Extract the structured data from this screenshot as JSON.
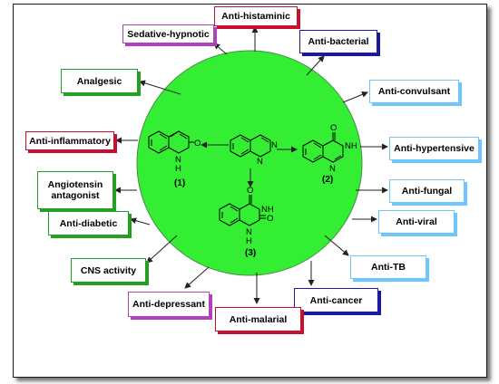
{
  "compounds": [
    {
      "label": "(1)",
      "atoms": [
        "O",
        "N",
        "H"
      ]
    },
    {
      "label": "(2)",
      "atoms": [
        "O",
        "NH",
        "N"
      ]
    },
    {
      "label": "(3)",
      "atoms": [
        "O",
        "NH",
        "O",
        "N",
        "H"
      ]
    }
  ],
  "core": {
    "atoms": [
      "N",
      "N"
    ]
  },
  "activities": [
    {
      "id": "histaminic",
      "label": "Anti-histaminic",
      "color": "#c8102e"
    },
    {
      "id": "sedative",
      "label": "Sedative-hypnotic",
      "color": "#b040c0"
    },
    {
      "id": "bacterial",
      "label": "Anti-bacterial",
      "color": "#1a1aa0"
    },
    {
      "id": "analgesic",
      "label": "Analgesic",
      "color": "#23a023"
    },
    {
      "id": "convulsant",
      "label": "Anti-convulsant",
      "color": "#6ec6ff"
    },
    {
      "id": "inflammatory",
      "label": "Anti-inflammatory",
      "color": "#c8102e"
    },
    {
      "id": "hypertensive",
      "label": "Anti-hypertensive",
      "color": "#6ec6ff"
    },
    {
      "id": "angiotensin",
      "label": "Angiotensin antagonist",
      "color": "#23a023"
    },
    {
      "id": "fungal",
      "label": "Anti-fungal",
      "color": "#6ec6ff"
    },
    {
      "id": "diabetic",
      "label": "Anti-diabetic",
      "color": "#23a023"
    },
    {
      "id": "viral",
      "label": "Anti-viral",
      "color": "#6ec6ff"
    },
    {
      "id": "cns",
      "label": "CNS activity",
      "color": "#23a023"
    },
    {
      "id": "tb",
      "label": "Anti-TB",
      "color": "#6ec6ff"
    },
    {
      "id": "depressant",
      "label": "Anti-depressant",
      "color": "#b040c0"
    },
    {
      "id": "cancer",
      "label": "Anti-cancer",
      "color": "#1a1aa0"
    },
    {
      "id": "malarial",
      "label": "Anti-malarial",
      "color": "#c8102e"
    }
  ],
  "colors": {
    "circle": "#33ee33",
    "circle_stroke": "#4a8a4a",
    "arrow": "#222222"
  }
}
